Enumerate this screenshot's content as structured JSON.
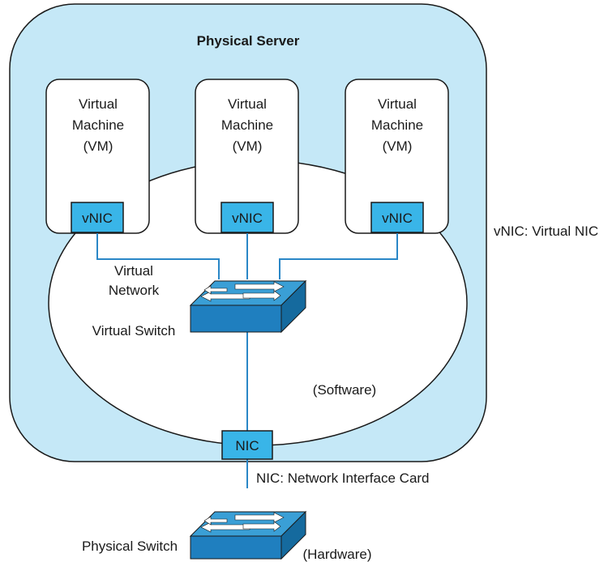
{
  "server": {
    "title": "Physical Server"
  },
  "vms": [
    {
      "line1": "Virtual",
      "line2": "Machine",
      "line3": "(VM)",
      "vnic": "vNIC"
    },
    {
      "line1": "Virtual",
      "line2": "Machine",
      "line3": "(VM)",
      "vnic": "vNIC"
    },
    {
      "line1": "Virtual",
      "line2": "Machine",
      "line3": "(VM)",
      "vnic": "vNIC"
    }
  ],
  "virtual_network": {
    "line1": "Virtual",
    "line2": "Network"
  },
  "virtual_switch": {
    "label": "Virtual Switch"
  },
  "software_label": "(Software)",
  "nic": {
    "label": "NIC"
  },
  "legend": {
    "vnic": "vNIC: Virtual NIC",
    "nic": "NIC: Network Interface Card"
  },
  "physical_switch": {
    "label": "Physical Switch"
  },
  "hardware_label": "(Hardware)",
  "colors": {
    "server_fill": "#c5e8f7",
    "switch_top": "#3a9fd6",
    "switch_front": "#1f7fbf",
    "switch_side": "#156a9e",
    "vnic_fill": "#39b5e8",
    "line": "#2a87c7"
  }
}
